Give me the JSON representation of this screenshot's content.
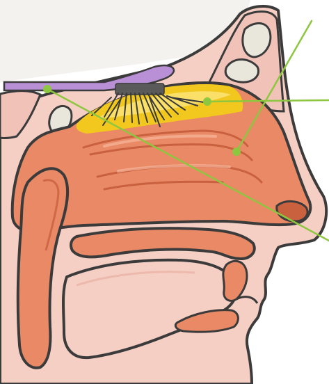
{
  "diagram": {
    "subject": "nasal-cavity-cross-section",
    "labels": [],
    "pointers": [
      {
        "id": "pointer-nasal-bone",
        "target": "nasal-bone"
      },
      {
        "id": "pointer-olfactory-epithelium",
        "target": "olfactory-epithelium"
      },
      {
        "id": "pointer-nasal-conchae",
        "target": "nasal-conchae"
      },
      {
        "id": "pointer-olfactory-bulb",
        "target": "olfactory-bulb"
      }
    ]
  },
  "colors": {
    "background": "#ffffff",
    "skin": "#f6cfc4",
    "skin_shadow": "#eab3a6",
    "bone": "#f0c2b8",
    "bone_hole": "#e9e6dc",
    "mucosa": "#e98966",
    "mucosa_dark": "#c9603e",
    "olfactory": "#f2c81e",
    "olfactory_light": "#fbe57a",
    "bulb": "#b98fd6",
    "nerve_fibers": "#3a3a3a",
    "outline": "#3b3b3b",
    "pointer": "#8dc63f"
  }
}
